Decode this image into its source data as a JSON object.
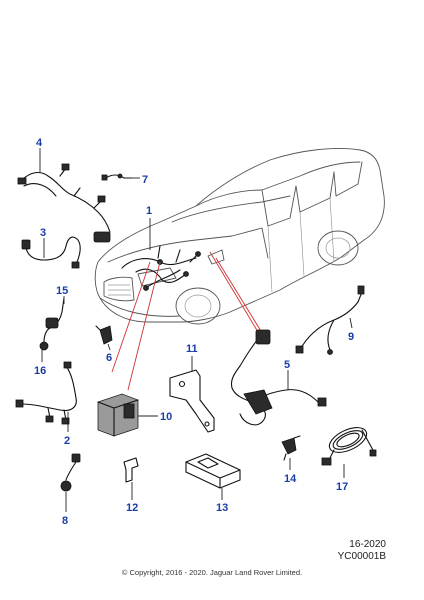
{
  "callouts": [
    "1",
    "2",
    "3",
    "4",
    "5",
    "6",
    "7",
    "8",
    "9",
    "10",
    "11",
    "12",
    "13",
    "14",
    "15",
    "16",
    "17"
  ],
  "reference": {
    "code": "16-2020",
    "image_id": "YC00001B"
  },
  "copyright": "© Copyright, 2016 - 2020. Jaguar Land Rover Limited."
}
